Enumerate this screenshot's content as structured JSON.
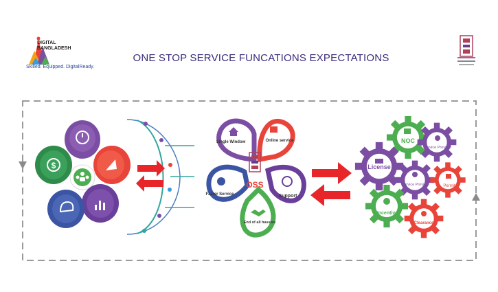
{
  "title": "ONE STOP SERVICE  FUNCATIONS EXPECTATIONS",
  "brand": {
    "name_line1": "DIGITAL",
    "name_line2": "BANGLADESH",
    "tagline": "Skilled. Equipped. DigitalReady."
  },
  "oss": {
    "center": "OSS",
    "petals": [
      "Single Window",
      "Online service",
      "Support",
      "End of all hassles",
      "Faster Service"
    ]
  },
  "gears": [
    "NOC",
    "Service Provider",
    "License",
    "Service Provider",
    "Permit",
    "Incentive",
    "Clearance"
  ],
  "colors": {
    "title": "#3a2a7a",
    "purple": "#7b4ea3",
    "green": "#4cae50",
    "red": "#e8443a",
    "teal": "#3ea88f",
    "blue": "#3b55a4",
    "dashed_border": "#9a9a9a"
  }
}
